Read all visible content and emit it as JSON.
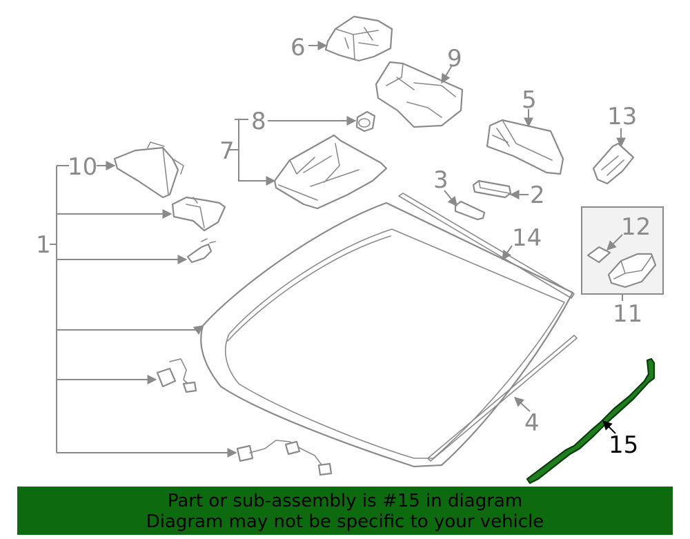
{
  "callouts": {
    "c1": "1",
    "c2": "2",
    "c3": "3",
    "c4": "4",
    "c5": "5",
    "c6": "6",
    "c7": "7",
    "c8": "8",
    "c9": "9",
    "c10": "10",
    "c11": "11",
    "c12": "12",
    "c13": "13",
    "c14": "14",
    "c15": "15"
  },
  "highlight": {
    "part_number": "15",
    "color": "#1e7d1e"
  },
  "banner": {
    "line1": "Part or sub-assembly is #15 in diagram",
    "line2": "Diagram may not be specific to your vehicle",
    "color": "#0e6a0e"
  }
}
